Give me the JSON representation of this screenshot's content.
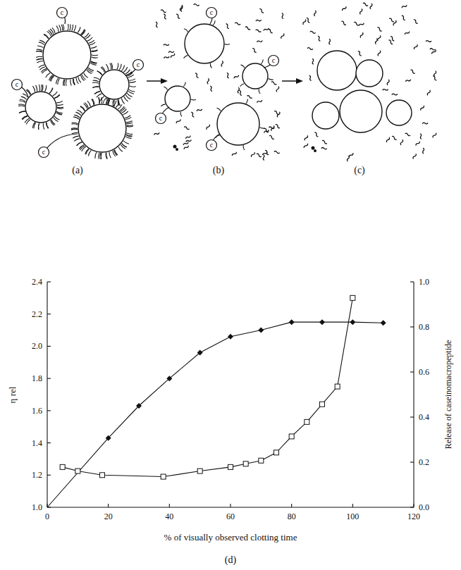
{
  "diagram": {
    "labels": [
      "(a)",
      "(b)",
      "(c)",
      "c",
      "c",
      "c",
      "c",
      "c",
      "c",
      "c",
      "c",
      "2.4",
      "2.2",
      "2.0",
      "1.8",
      "1.6",
      "1.4",
      "1.2",
      "1.0",
      "1.0",
      "0.8",
      "0.6",
      "0.4",
      "0.2",
      "0.0",
      "0",
      "20",
      "40",
      "60",
      "80",
      "100",
      "120",
      "η rel",
      "% of visually observed clotting time",
      "Release of caseinomacropeptide",
      "(d)"
    ]
  }
}
